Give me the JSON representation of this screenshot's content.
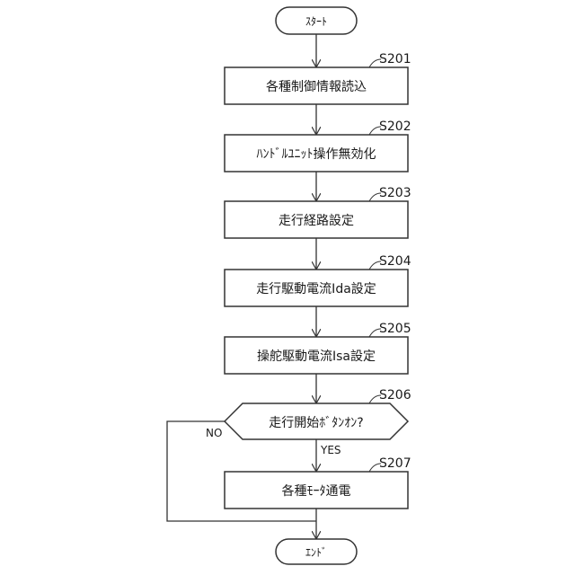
{
  "flowchart": {
    "start_label": "ｽﾀｰﾄ",
    "end_label": "ｴﾝﾄﾞ",
    "steps": [
      {
        "id": "S201",
        "text": "各種制御情報読込"
      },
      {
        "id": "S202",
        "text": "ﾊﾝﾄﾞﾙﾕﾆｯﾄ操作無効化"
      },
      {
        "id": "S203",
        "text": "走行経路設定"
      },
      {
        "id": "S204",
        "text": "走行駆動電流Ida設定"
      },
      {
        "id": "S205",
        "text": "操舵駆動電流Isa設定"
      }
    ],
    "decision": {
      "id": "S206",
      "text": "走行開始ﾎﾞﾀﾝｵﾝ?",
      "yes_label": "YES",
      "no_label": "NO"
    },
    "final_step": {
      "id": "S207",
      "text": "各種ﾓｰﾀ通電"
    }
  }
}
